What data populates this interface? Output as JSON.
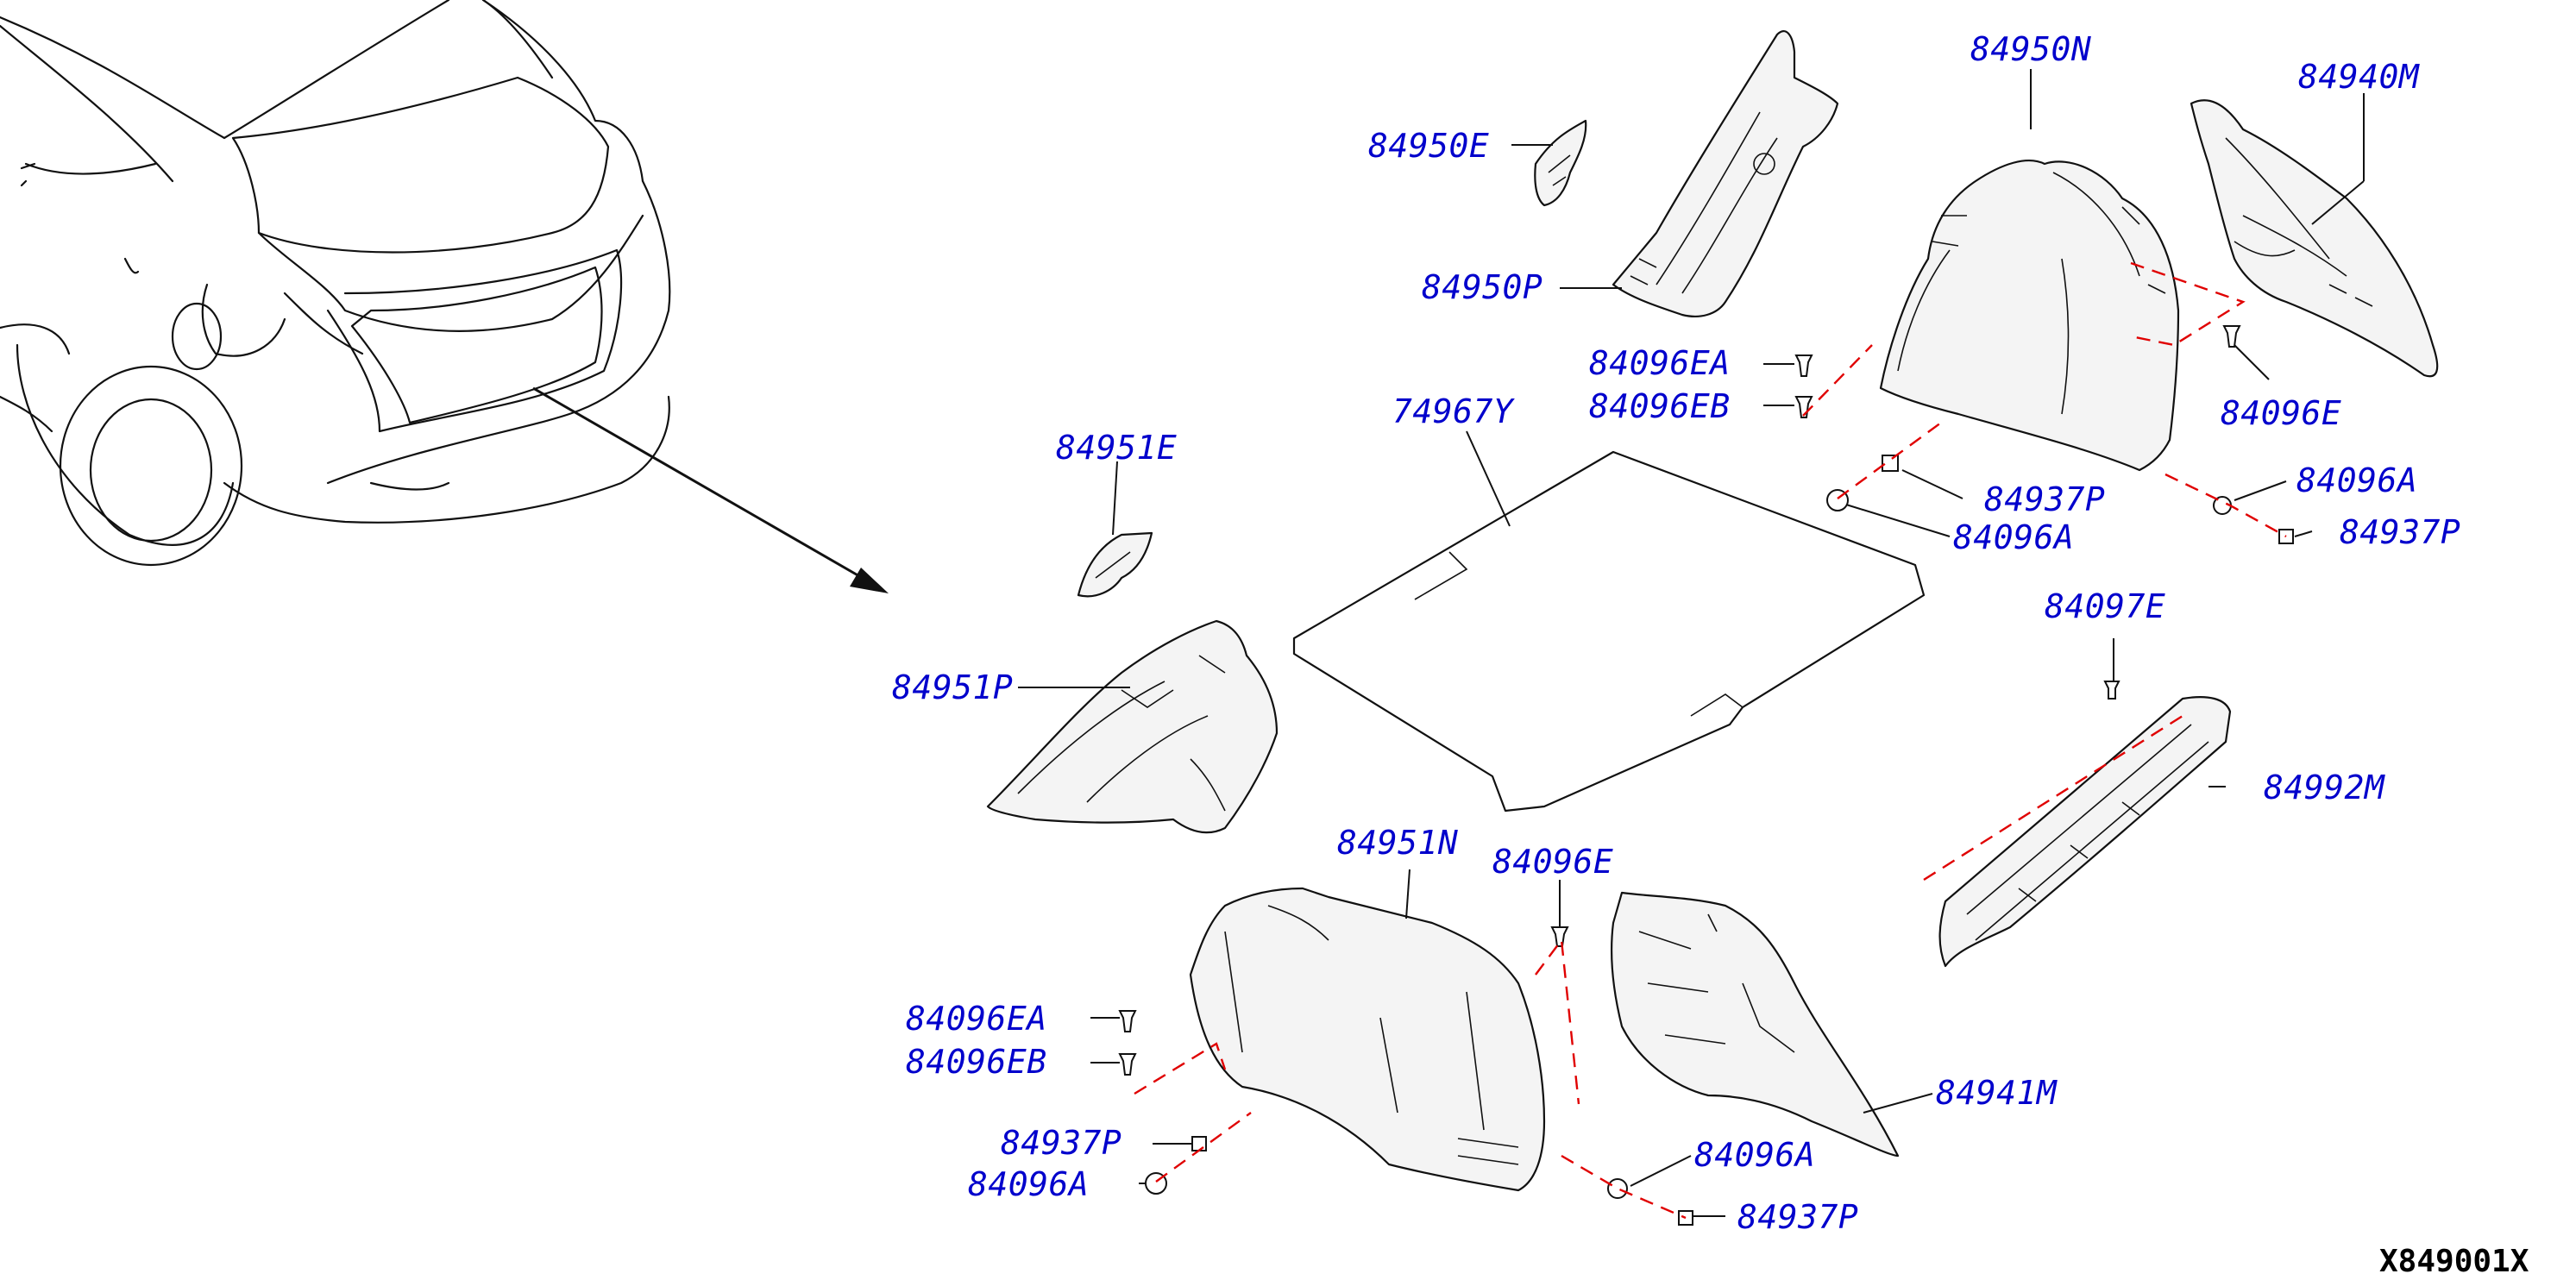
{
  "diagram": {
    "reference_code": "X849001X",
    "label_color": "#0000cc",
    "dash_color": "#e00000",
    "parts": {
      "p84950N": "84950N",
      "p84940M": "84940M",
      "p84950E": "84950E",
      "p84950P": "84950P",
      "p84096EA_top": "84096EA",
      "p84096EB_top": "84096EB",
      "p84096E_top": "84096E",
      "p74967Y": "74967Y",
      "p84951E": "84951E",
      "p84937P_mid": "84937P",
      "p84096A_mid": "84096A",
      "p84096A_right": "84096A",
      "p84937P_right": "84937P",
      "p84951P": "84951P",
      "p84097E": "84097E",
      "p84992M": "84992M",
      "p84951N": "84951N",
      "p84096E_bottom": "84096E",
      "p84096EA_bottom": "84096EA",
      "p84096EB_bottom": "84096EB",
      "p84941M": "84941M",
      "p84937P_bl": "84937P",
      "p84096A_bl": "84096A",
      "p84096A_bottom": "84096A",
      "p84937P_bottom": "84937P"
    }
  }
}
